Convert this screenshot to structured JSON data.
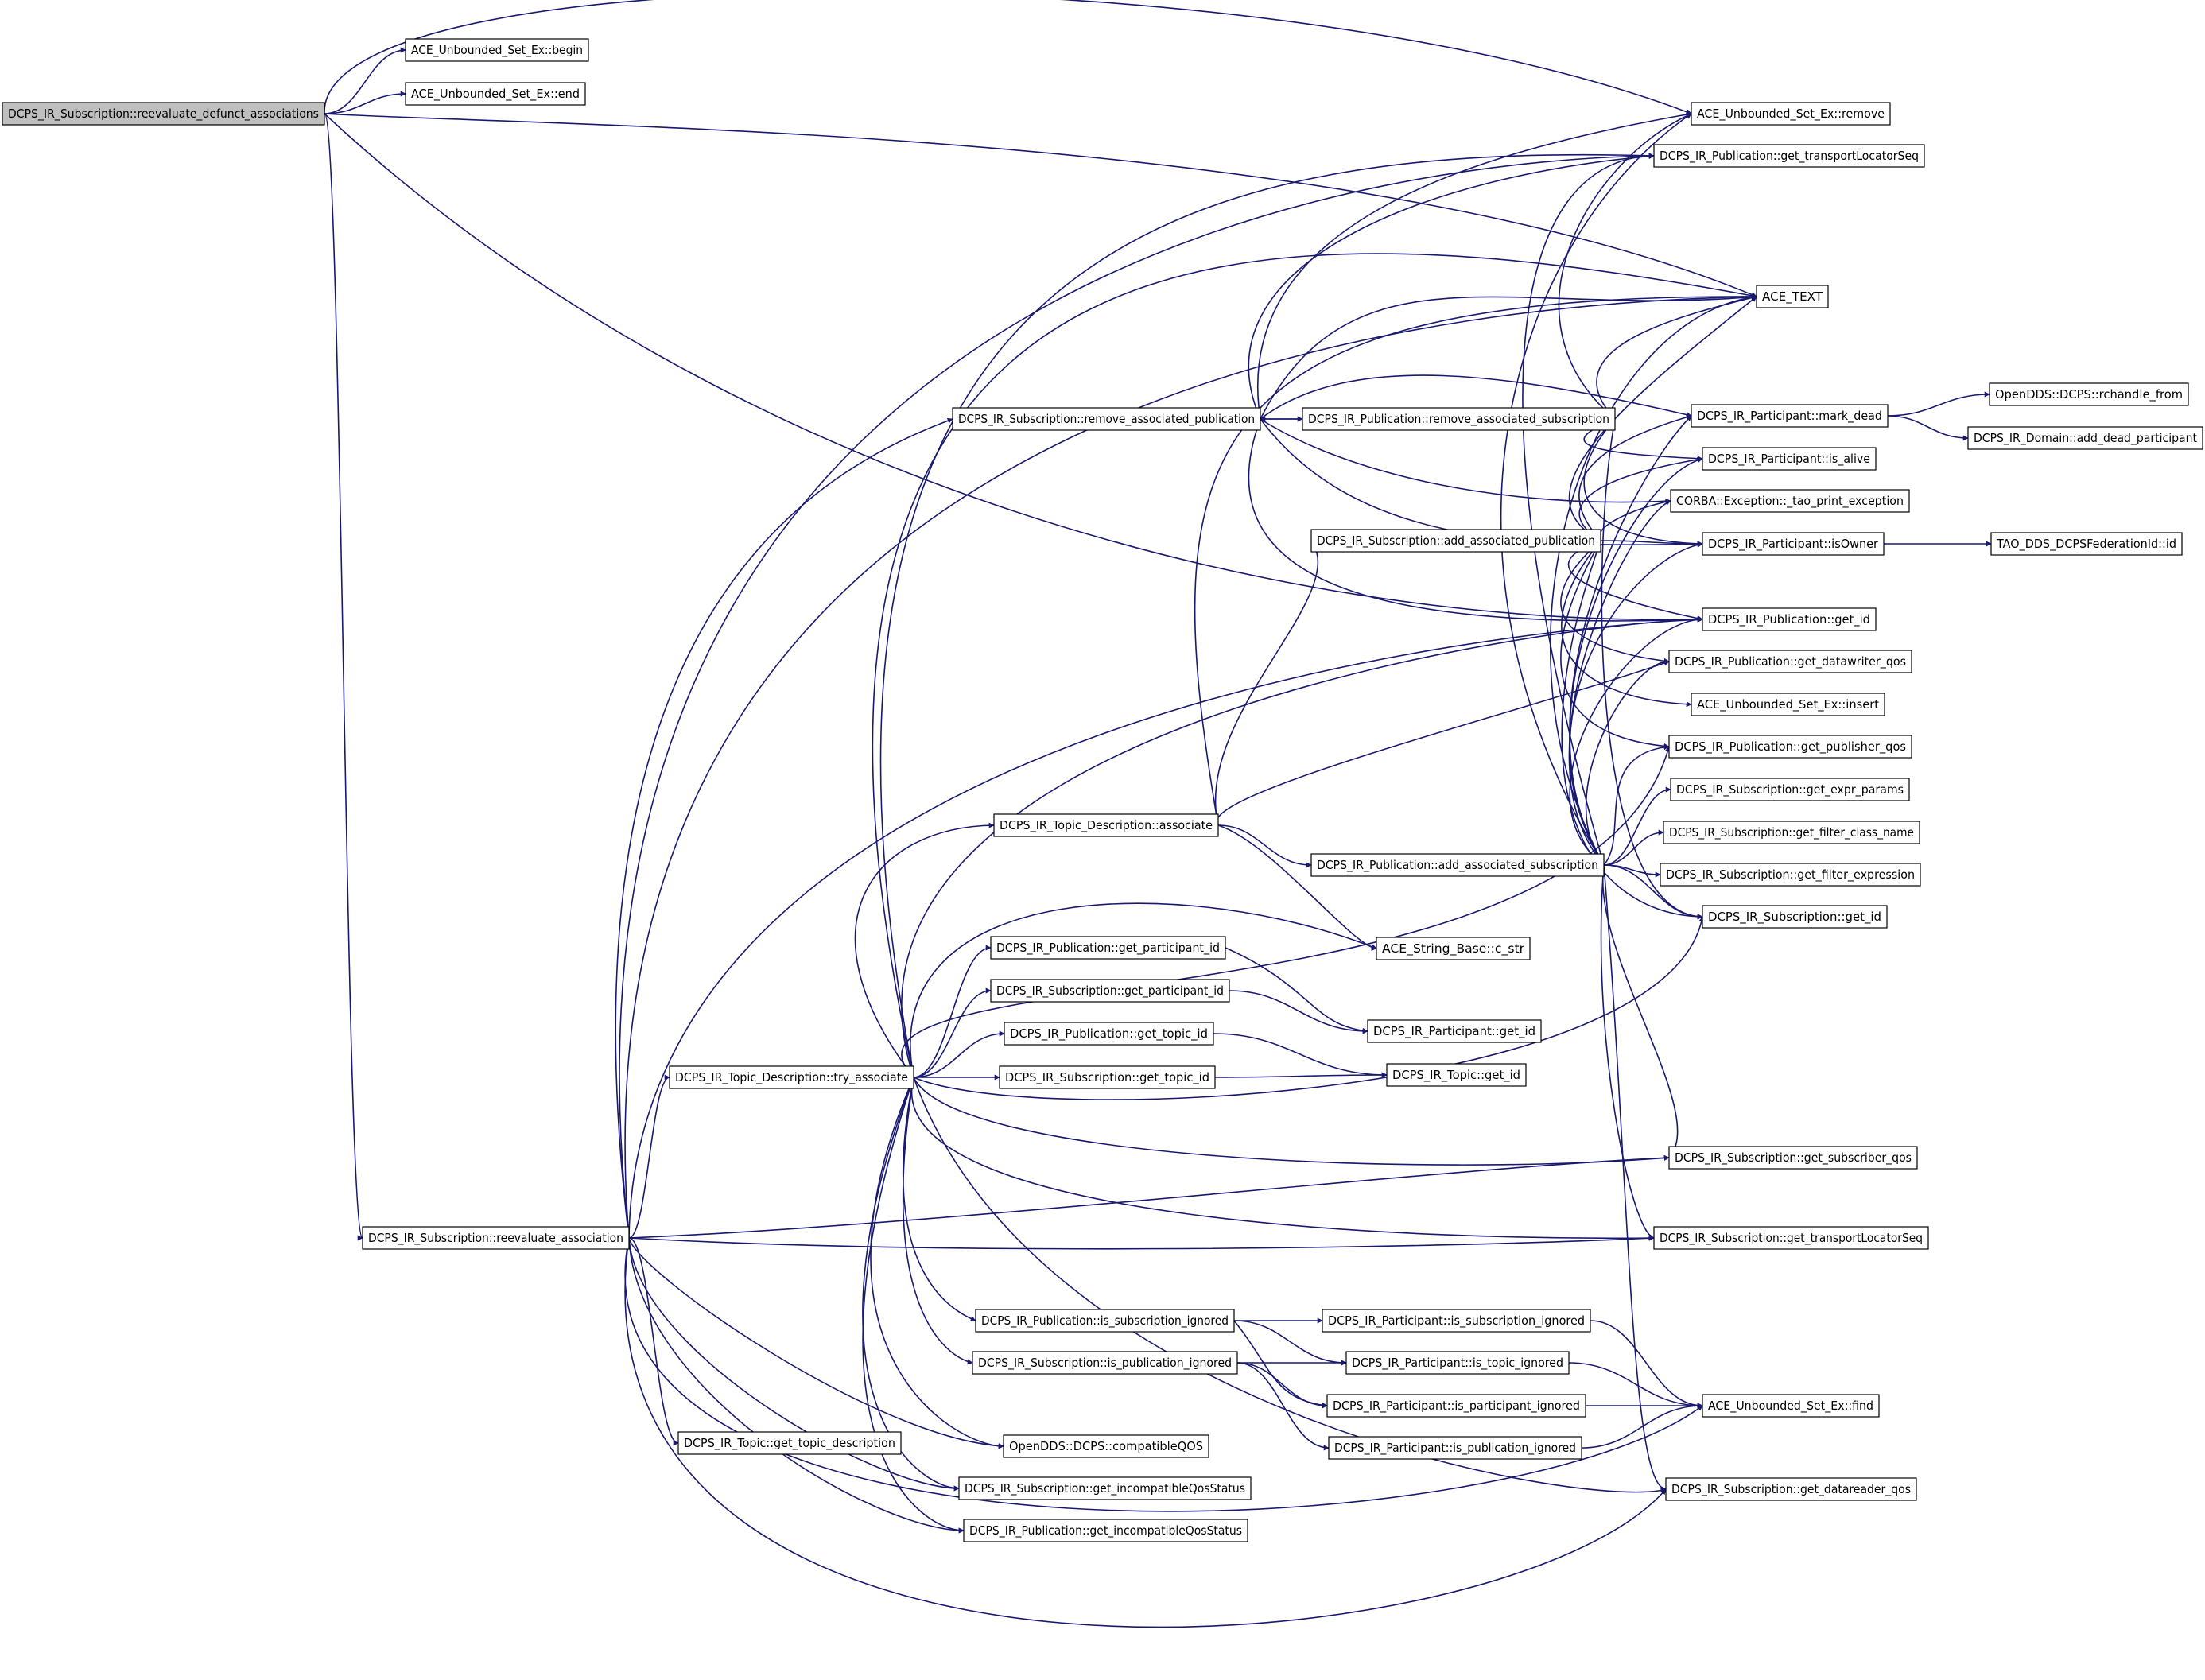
{
  "diagram": {
    "type": "call-graph",
    "colors": {
      "edge": "#191970",
      "node_fill": "#ffffff",
      "root_fill": "#bfbfbf",
      "border": "#000000"
    },
    "nodes": [
      {
        "id": "root",
        "label": "DCPS_IR_Subscription::reevaluate_defunct_associations",
        "root": true
      },
      {
        "id": "begin",
        "label": "ACE_Unbounded_Set_Ex::begin"
      },
      {
        "id": "end",
        "label": "ACE_Unbounded_Set_Ex::end"
      },
      {
        "id": "remove",
        "label": "ACE_Unbounded_Set_Ex::remove"
      },
      {
        "id": "pub_tls",
        "label": "DCPS_IR_Publication::get_transportLocatorSeq"
      },
      {
        "id": "ace_text",
        "label": "ACE_TEXT"
      },
      {
        "id": "rchandle",
        "label": "OpenDDS::DCPS::rchandle_from"
      },
      {
        "id": "sub_rap",
        "label": "DCPS_IR_Subscription::remove_associated_publication"
      },
      {
        "id": "pub_ras",
        "label": "DCPS_IR_Publication::remove_associated_subscription"
      },
      {
        "id": "mark_dead",
        "label": "DCPS_IR_Participant::mark_dead"
      },
      {
        "id": "add_dead",
        "label": "DCPS_IR_Domain::add_dead_participant"
      },
      {
        "id": "is_alive",
        "label": "DCPS_IR_Participant::is_alive"
      },
      {
        "id": "corba",
        "label": "CORBA::Exception::_tao_print_exception"
      },
      {
        "id": "sub_aap",
        "label": "DCPS_IR_Subscription::add_associated_publication"
      },
      {
        "id": "is_owner",
        "label": "DCPS_IR_Participant::isOwner"
      },
      {
        "id": "fed_id",
        "label": "TAO_DDS_DCPSFederationId::id"
      },
      {
        "id": "pub_get_id",
        "label": "DCPS_IR_Publication::get_id"
      },
      {
        "id": "pub_dwqos",
        "label": "DCPS_IR_Publication::get_datawriter_qos"
      },
      {
        "id": "insert",
        "label": "ACE_Unbounded_Set_Ex::insert"
      },
      {
        "id": "pub_pubqos",
        "label": "DCPS_IR_Publication::get_publisher_qos"
      },
      {
        "id": "expr_params",
        "label": "DCPS_IR_Subscription::get_expr_params"
      },
      {
        "id": "td_assoc",
        "label": "DCPS_IR_Topic_Description::associate"
      },
      {
        "id": "filter_class",
        "label": "DCPS_IR_Subscription::get_filter_class_name"
      },
      {
        "id": "pub_aas",
        "label": "DCPS_IR_Publication::add_associated_subscription"
      },
      {
        "id": "filter_expr",
        "label": "DCPS_IR_Subscription::get_filter_expression"
      },
      {
        "id": "sub_get_id",
        "label": "DCPS_IR_Subscription::get_id"
      },
      {
        "id": "pub_part_id",
        "label": "DCPS_IR_Publication::get_participant_id"
      },
      {
        "id": "cstr",
        "label": "ACE_String_Base::c_str"
      },
      {
        "id": "sub_part_id",
        "label": "DCPS_IR_Subscription::get_participant_id"
      },
      {
        "id": "part_get_id",
        "label": "DCPS_IR_Participant::get_id"
      },
      {
        "id": "pub_topic_id",
        "label": "DCPS_IR_Publication::get_topic_id"
      },
      {
        "id": "try_assoc",
        "label": "DCPS_IR_Topic_Description::try_associate"
      },
      {
        "id": "sub_topic_id",
        "label": "DCPS_IR_Subscription::get_topic_id"
      },
      {
        "id": "topic_get_id",
        "label": "DCPS_IR_Topic::get_id"
      },
      {
        "id": "sub_subqos",
        "label": "DCPS_IR_Subscription::get_subscriber_qos"
      },
      {
        "id": "reeval",
        "label": "DCPS_IR_Subscription::reevaluate_association"
      },
      {
        "id": "sub_tls",
        "label": "DCPS_IR_Subscription::get_transportLocatorSeq"
      },
      {
        "id": "pub_is_sub_ign",
        "label": "DCPS_IR_Publication::is_subscription_ignored"
      },
      {
        "id": "part_is_sub_ign",
        "label": "DCPS_IR_Participant::is_subscription_ignored"
      },
      {
        "id": "sub_is_pub_ign",
        "label": "DCPS_IR_Subscription::is_publication_ignored"
      },
      {
        "id": "part_is_topic_ign",
        "label": "DCPS_IR_Participant::is_topic_ignored"
      },
      {
        "id": "part_is_part_ign",
        "label": "DCPS_IR_Participant::is_participant_ignored"
      },
      {
        "id": "find",
        "label": "ACE_Unbounded_Set_Ex::find"
      },
      {
        "id": "compat",
        "label": "OpenDDS::DCPS::compatibleQOS"
      },
      {
        "id": "part_is_pub_ign",
        "label": "DCPS_IR_Participant::is_publication_ignored"
      },
      {
        "id": "get_td",
        "label": "DCPS_IR_Topic::get_topic_description"
      },
      {
        "id": "sub_drqos",
        "label": "DCPS_IR_Subscription::get_datareader_qos"
      },
      {
        "id": "sub_incompat",
        "label": "DCPS_IR_Subscription::get_incompatibleQosStatus"
      },
      {
        "id": "pub_incompat",
        "label": "DCPS_IR_Publication::get_incompatibleQosStatus"
      }
    ]
  }
}
